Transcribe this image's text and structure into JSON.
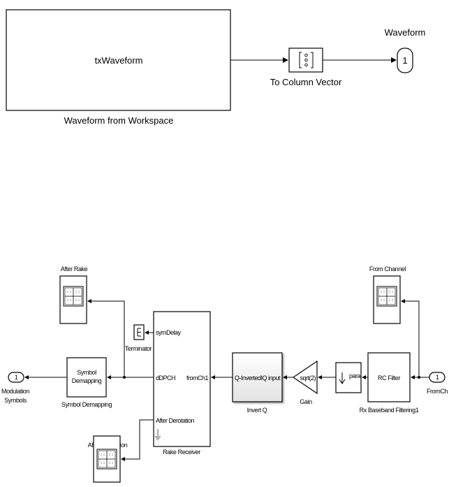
{
  "top_model": {
    "source_block": {
      "content": "txWaveform",
      "caption": "Waveform from Workspace"
    },
    "column_vector_block": {
      "caption": "To Column Vector"
    },
    "outport": {
      "number": "1",
      "name": "Waveform"
    }
  },
  "bottom_model": {
    "scope_after_rake": {
      "caption": "After Rake"
    },
    "scope_from_channel": {
      "caption": "From Channel"
    },
    "scope_after_derotation": {
      "caption": "After Derotation"
    },
    "terminator": {
      "caption": "Terminator"
    },
    "rake_receiver": {
      "caption": "Rake Receiver",
      "ports": {
        "symDelay": "symDelay",
        "dDPCH": "dDPCH",
        "after_derotation": "After Derotation",
        "fromCh1": "fromCh1"
      },
      "symdelay_color": "#e8120c"
    },
    "symbol_demapping": {
      "line1": "Symbol",
      "line2": "Demapping",
      "caption": "Symbol Demapping"
    },
    "invert_q": {
      "caption": "Invert Q",
      "port_out": "Q-Inverted",
      "port_in": "IQ input"
    },
    "gain": {
      "label": "sqrt(2)",
      "caption": "Gain"
    },
    "downsample": {
      "port": "para"
    },
    "rc_filter": {
      "label": "RC Filter",
      "caption": "Rx Baseband Filtering1"
    },
    "outport_modulation": {
      "number": "1",
      "line1": "Modulation",
      "line2": "Symbols"
    },
    "inport_fromch": {
      "number": "1",
      "name": "FromCh"
    }
  }
}
